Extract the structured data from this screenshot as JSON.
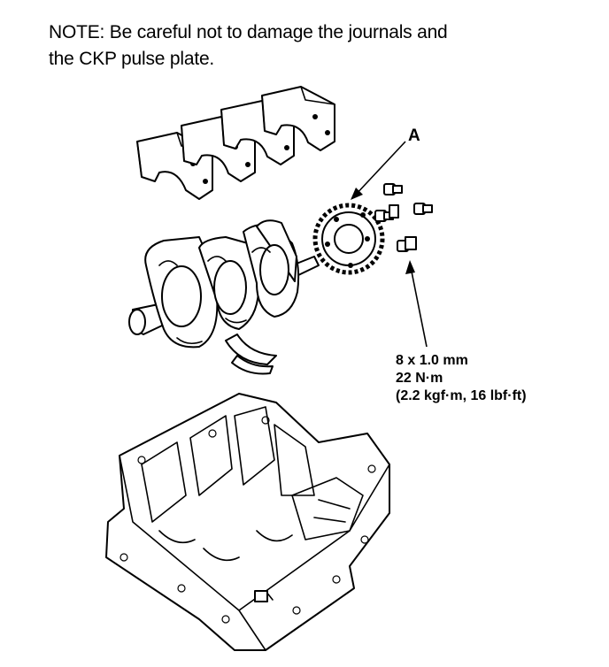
{
  "note": {
    "line1": "NOTE: Be careful not to damage the journals and",
    "line2": "the CKP pulse plate."
  },
  "callout": {
    "label": "A"
  },
  "bolt_spec": {
    "size": "8 x 1.0 mm",
    "torque_nm": "22 N·m",
    "torque_alt": "(2.2 kgf·m, 16 lbf·ft)"
  }
}
